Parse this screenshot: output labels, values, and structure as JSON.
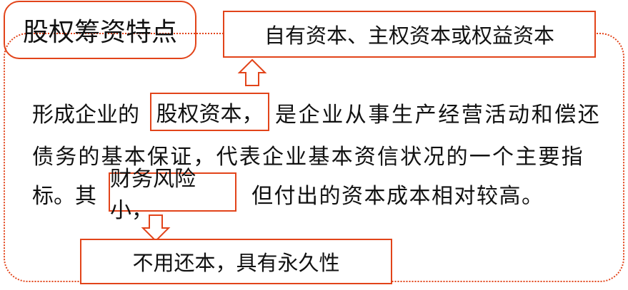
{
  "title": "股权筹资特点",
  "callout_top": "自有资本、主权资本或权益资本",
  "callout_bottom": "不用还本，具有永久性",
  "body": {
    "line1_a": "形成企业的",
    "highlight1": "股权资本，",
    "line1_b": "是企业从事生产经营活动和偿还",
    "line2": "债务的基本保证，代表企业基本资信状况的一个主要指",
    "line3_a": "标。其",
    "highlight2": "财务风险小，",
    "line3_b": "但付出的资本成本相对较高。"
  },
  "colors": {
    "accent": "#e2441a",
    "text": "#111111"
  },
  "icons": {
    "arrow_up": "arrow-up-outline-icon",
    "arrow_down": "arrow-down-outline-icon"
  }
}
